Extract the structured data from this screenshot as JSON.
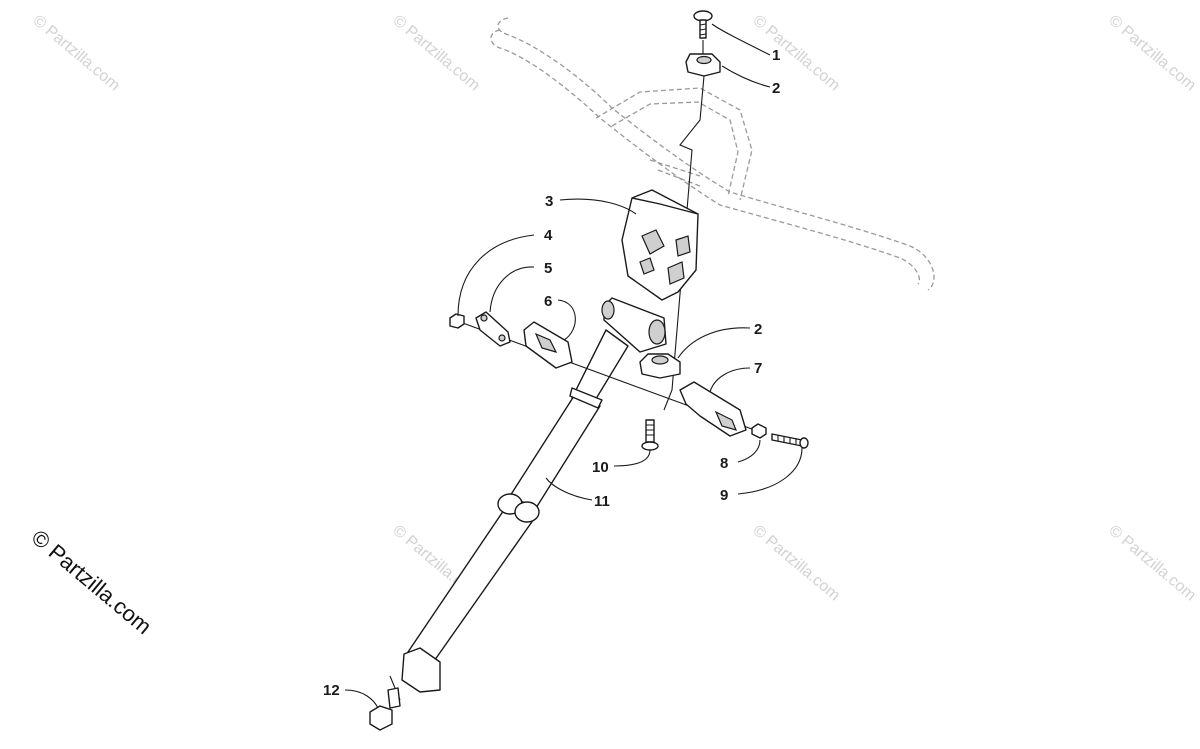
{
  "watermark": {
    "text": "© Partzilla.com"
  },
  "callouts": [
    {
      "id": "1",
      "label": "1"
    },
    {
      "id": "2a",
      "label": "2"
    },
    {
      "id": "3",
      "label": "3"
    },
    {
      "id": "4",
      "label": "4"
    },
    {
      "id": "5",
      "label": "5"
    },
    {
      "id": "6",
      "label": "6"
    },
    {
      "id": "2b",
      "label": "2"
    },
    {
      "id": "7",
      "label": "7"
    },
    {
      "id": "8",
      "label": "8"
    },
    {
      "id": "9",
      "label": "9"
    },
    {
      "id": "10",
      "label": "10"
    },
    {
      "id": "11",
      "label": "11"
    },
    {
      "id": "12",
      "label": "12"
    }
  ],
  "colors": {
    "line": "#1a1a1a",
    "phantom": "#9a9a9a",
    "watermark_faint": "#d2d2d2"
  }
}
